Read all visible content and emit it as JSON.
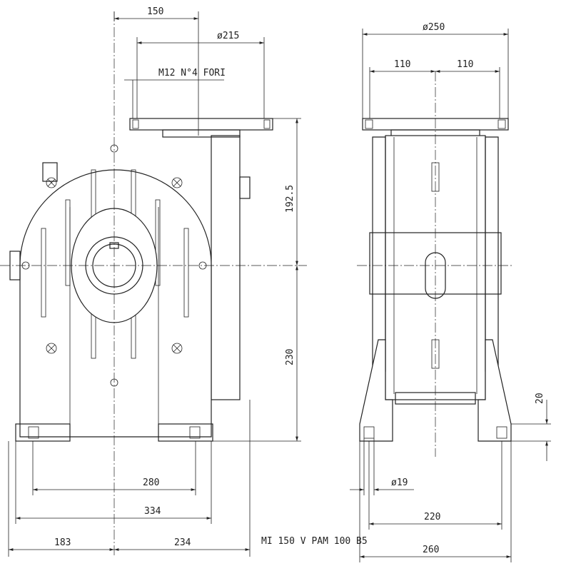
{
  "dimensions": {
    "width_150": "150",
    "dia_215": "ø215",
    "bolt_note": "M12 N°4 FORI",
    "height_192_5": "192.5",
    "height_230": "230",
    "width_280": "280",
    "width_334": "334",
    "width_183": "183",
    "width_234": "234",
    "dia_250": "ø250",
    "half_110_left": "110",
    "half_110_right": "110",
    "height_20": "20",
    "dia_19": "ø19",
    "width_220": "220",
    "width_260": "260"
  },
  "title": "MI 150 V PAM 100 B5"
}
